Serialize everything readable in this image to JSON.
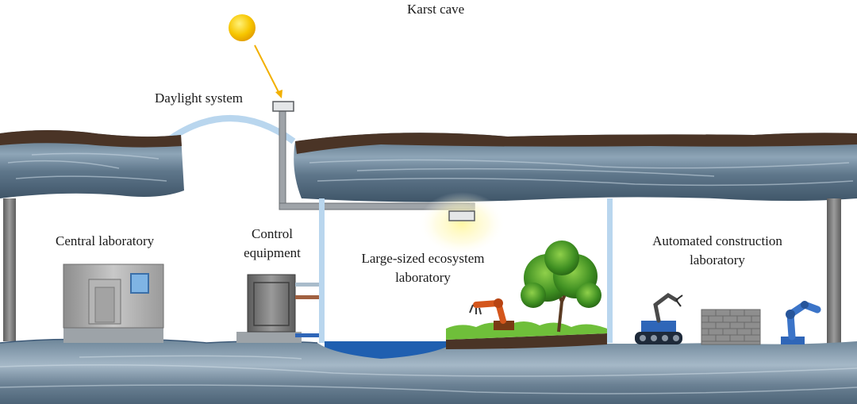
{
  "title": "Karst cave",
  "labels": {
    "daylight": "Daylight system",
    "central_lab": "Central laboratory",
    "control_line1": "Control",
    "control_line2": "equipment",
    "eco_line1": "Large-sized ecosystem",
    "eco_line2": "laboratory",
    "auto_line1": "Automated construction",
    "auto_line2": "laboratory"
  },
  "colors": {
    "sun": "#f5c000",
    "sun_ray": "#f2b000",
    "rock": "#5b7286",
    "rock_light": "#a9bccb",
    "soil": "#4a3426",
    "glass": "#b9d6ee",
    "water": "#1f5fb0",
    "grass": "#6fbf3a",
    "robot_orange": "#d4561c",
    "robot_blue": "#2f66b8"
  },
  "icons": [
    "sun-icon",
    "daylight-collector-icon",
    "light-pipe-icon",
    "central-lab-cabinet-icon",
    "control-equipment-icon",
    "tree-icon",
    "robot-arm-icon",
    "tracked-robot-icon",
    "brick-wall-icon",
    "industrial-robot-icon"
  ]
}
